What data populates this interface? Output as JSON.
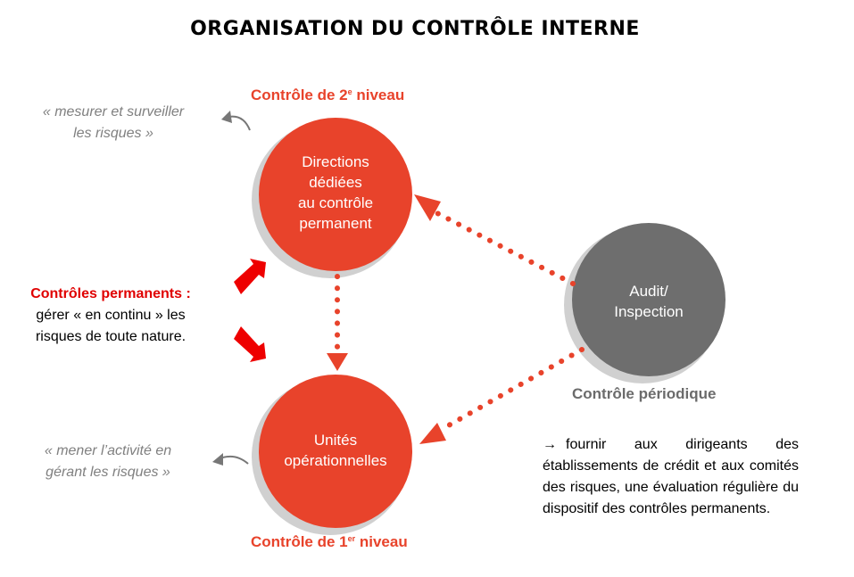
{
  "title": "ORGANISATION DU CONTRÔLE INTERNE",
  "level2": {
    "prefix": "Contrôle de 2",
    "sup": "e",
    "suffix": " niveau"
  },
  "level1": {
    "prefix": "Contrôle de 1",
    "sup": "er",
    "suffix": " niveau"
  },
  "quote_top": {
    "line1": "« mesurer et surveiller",
    "line2": "les risques »"
  },
  "quote_bottom": {
    "line1": "« mener l’activité en",
    "line2": "gérant les risques »"
  },
  "circle_top": {
    "line1": "Directions",
    "line2": "dédiées",
    "line3": "au contrôle",
    "line4": "permanent"
  },
  "circle_bottom": {
    "line1": "Unités",
    "line2": "opérationnelles"
  },
  "circle_right": {
    "line1": "Audit/",
    "line2": "Inspection"
  },
  "permanent": {
    "title": "Contrôles permanents",
    "colon": " :",
    "line1": "gérer « en continu » les",
    "line2": "risques  de toute nature."
  },
  "periodic": {
    "label": "Contrôle périodique",
    "arrow": "→",
    "text": "fournir aux dirigeants des établissements de crédit et aux comités des risques, une évaluation régulière du dispositif des contrôles permanents."
  },
  "colors": {
    "accent": "#e8432b",
    "gray_circle": "#6e6e6e",
    "shadow": "#d0d0d0",
    "quote": "#808080",
    "highlight": "#e00000"
  }
}
